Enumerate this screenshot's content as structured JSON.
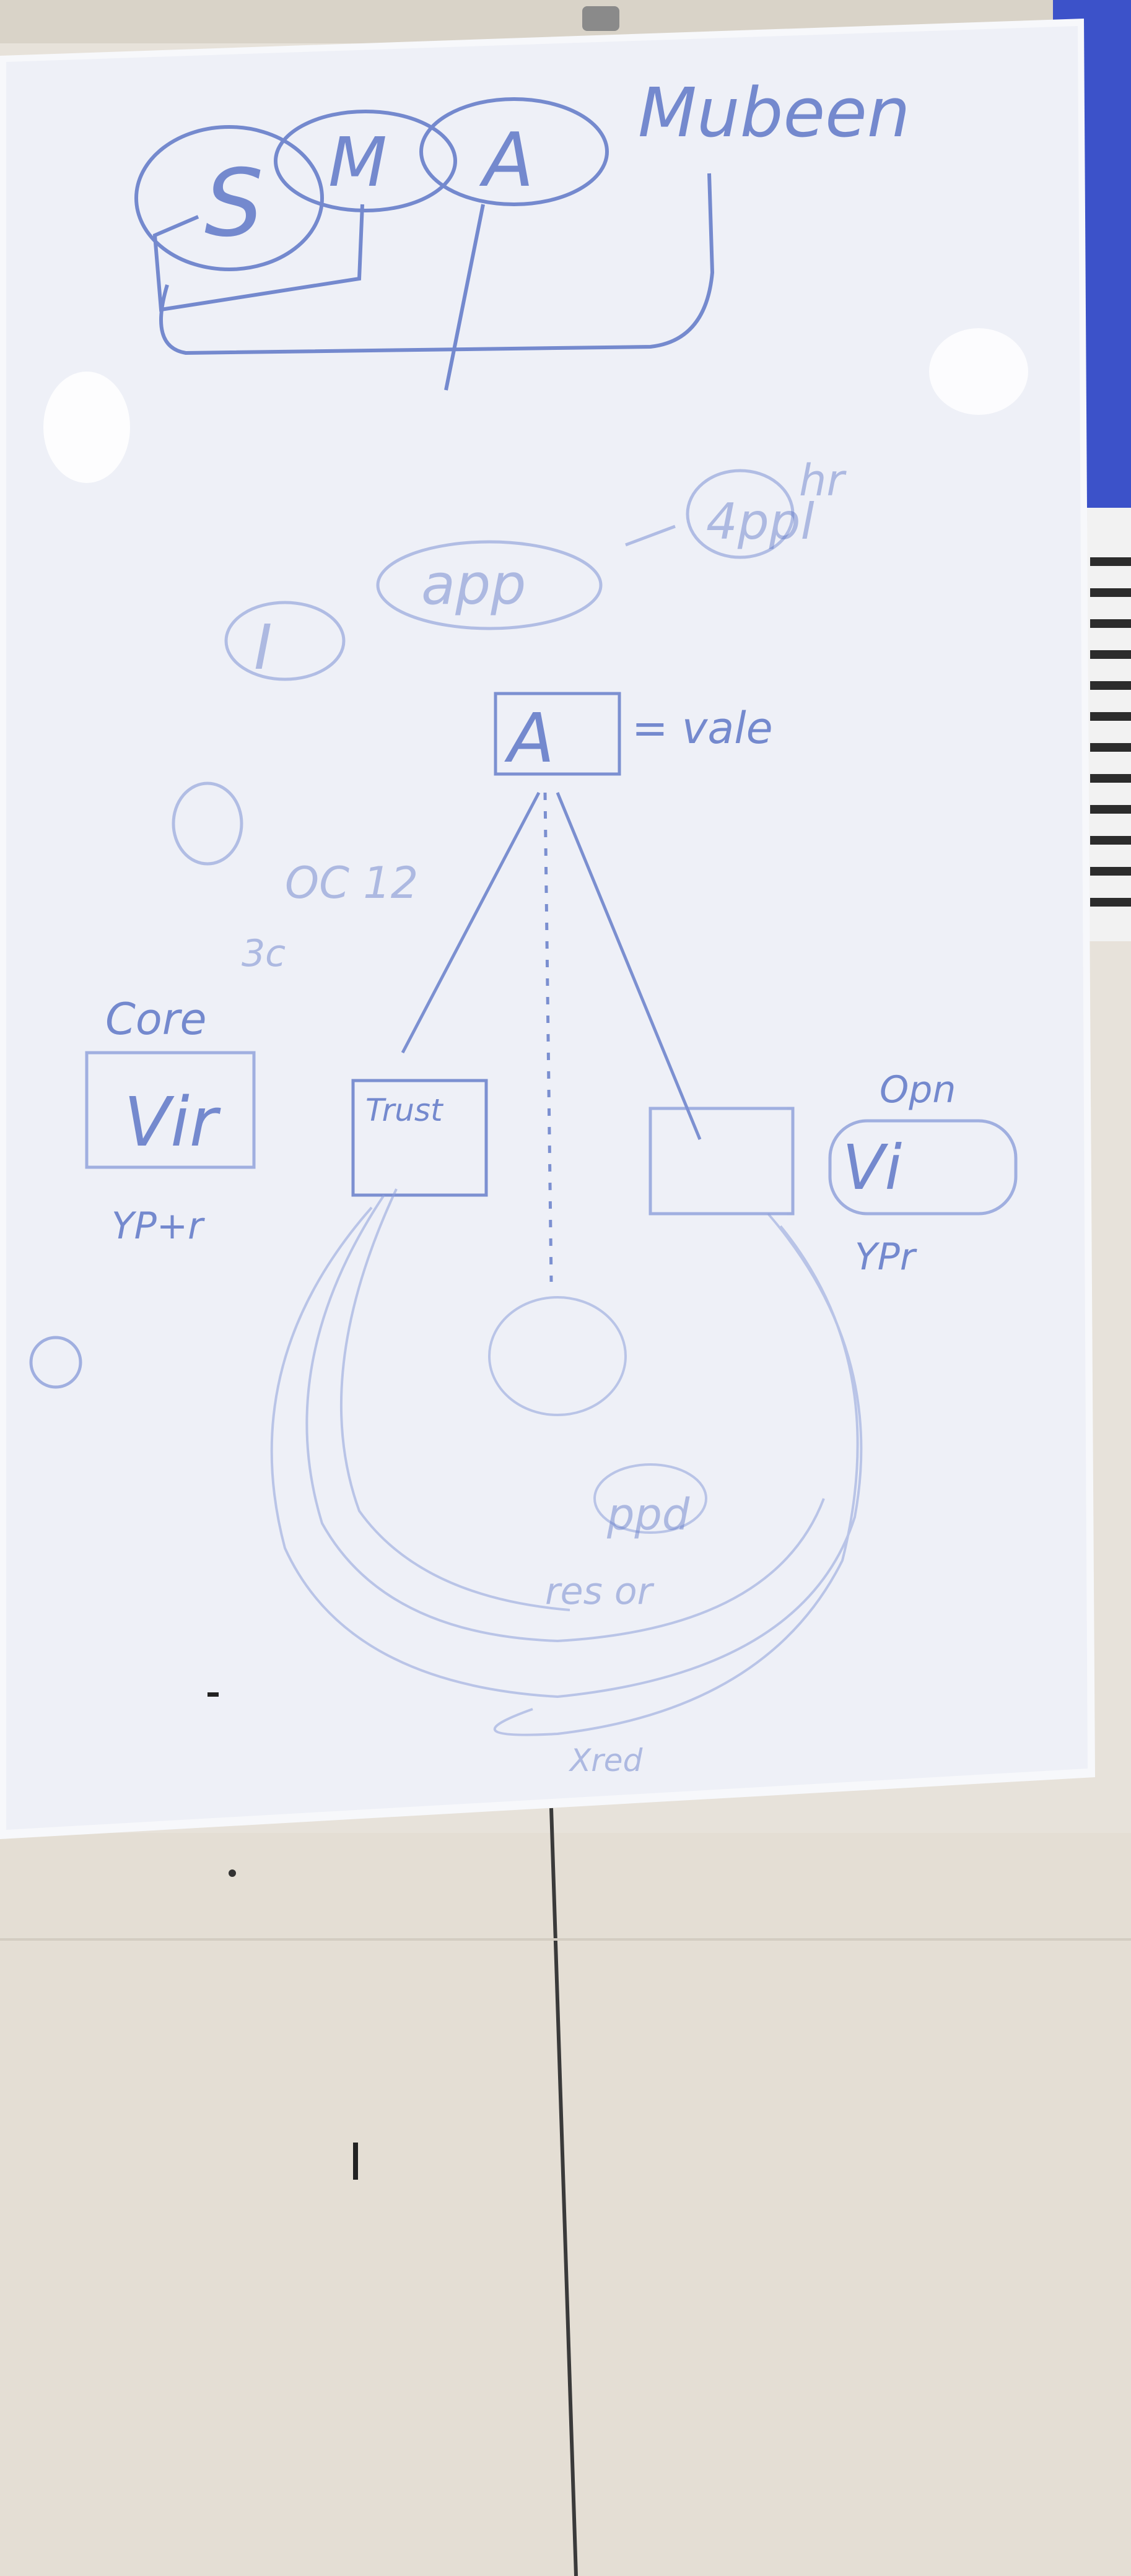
{
  "scene": {
    "description_free": true,
    "colors": {
      "wall": "#e7e2da",
      "board": "#eef0f7",
      "board_frame": "#f7f8fb",
      "ink": "#5f78c7",
      "ink_faint": "#a9b6e2",
      "blinds_blue": "#3c52c9"
    }
  },
  "board": {
    "scribbles": {
      "top_right": "Mubeen",
      "hr_label": "hr",
      "app_label": "app",
      "uppl_label": "4ppl",
      "equal_label": "= vale",
      "left_side_label": "OC 12",
      "left_small": "3c",
      "left_box_top": "Core",
      "left_box_word": "Vir",
      "left_box_bottom": "YP+r",
      "right_box_top": "Opn",
      "right_box_word": "Vi",
      "right_box_bottom": "YPr",
      "bottom_word": "ppd",
      "bottom_line_1": "res or",
      "bottom_line_2": "Xred"
    }
  }
}
